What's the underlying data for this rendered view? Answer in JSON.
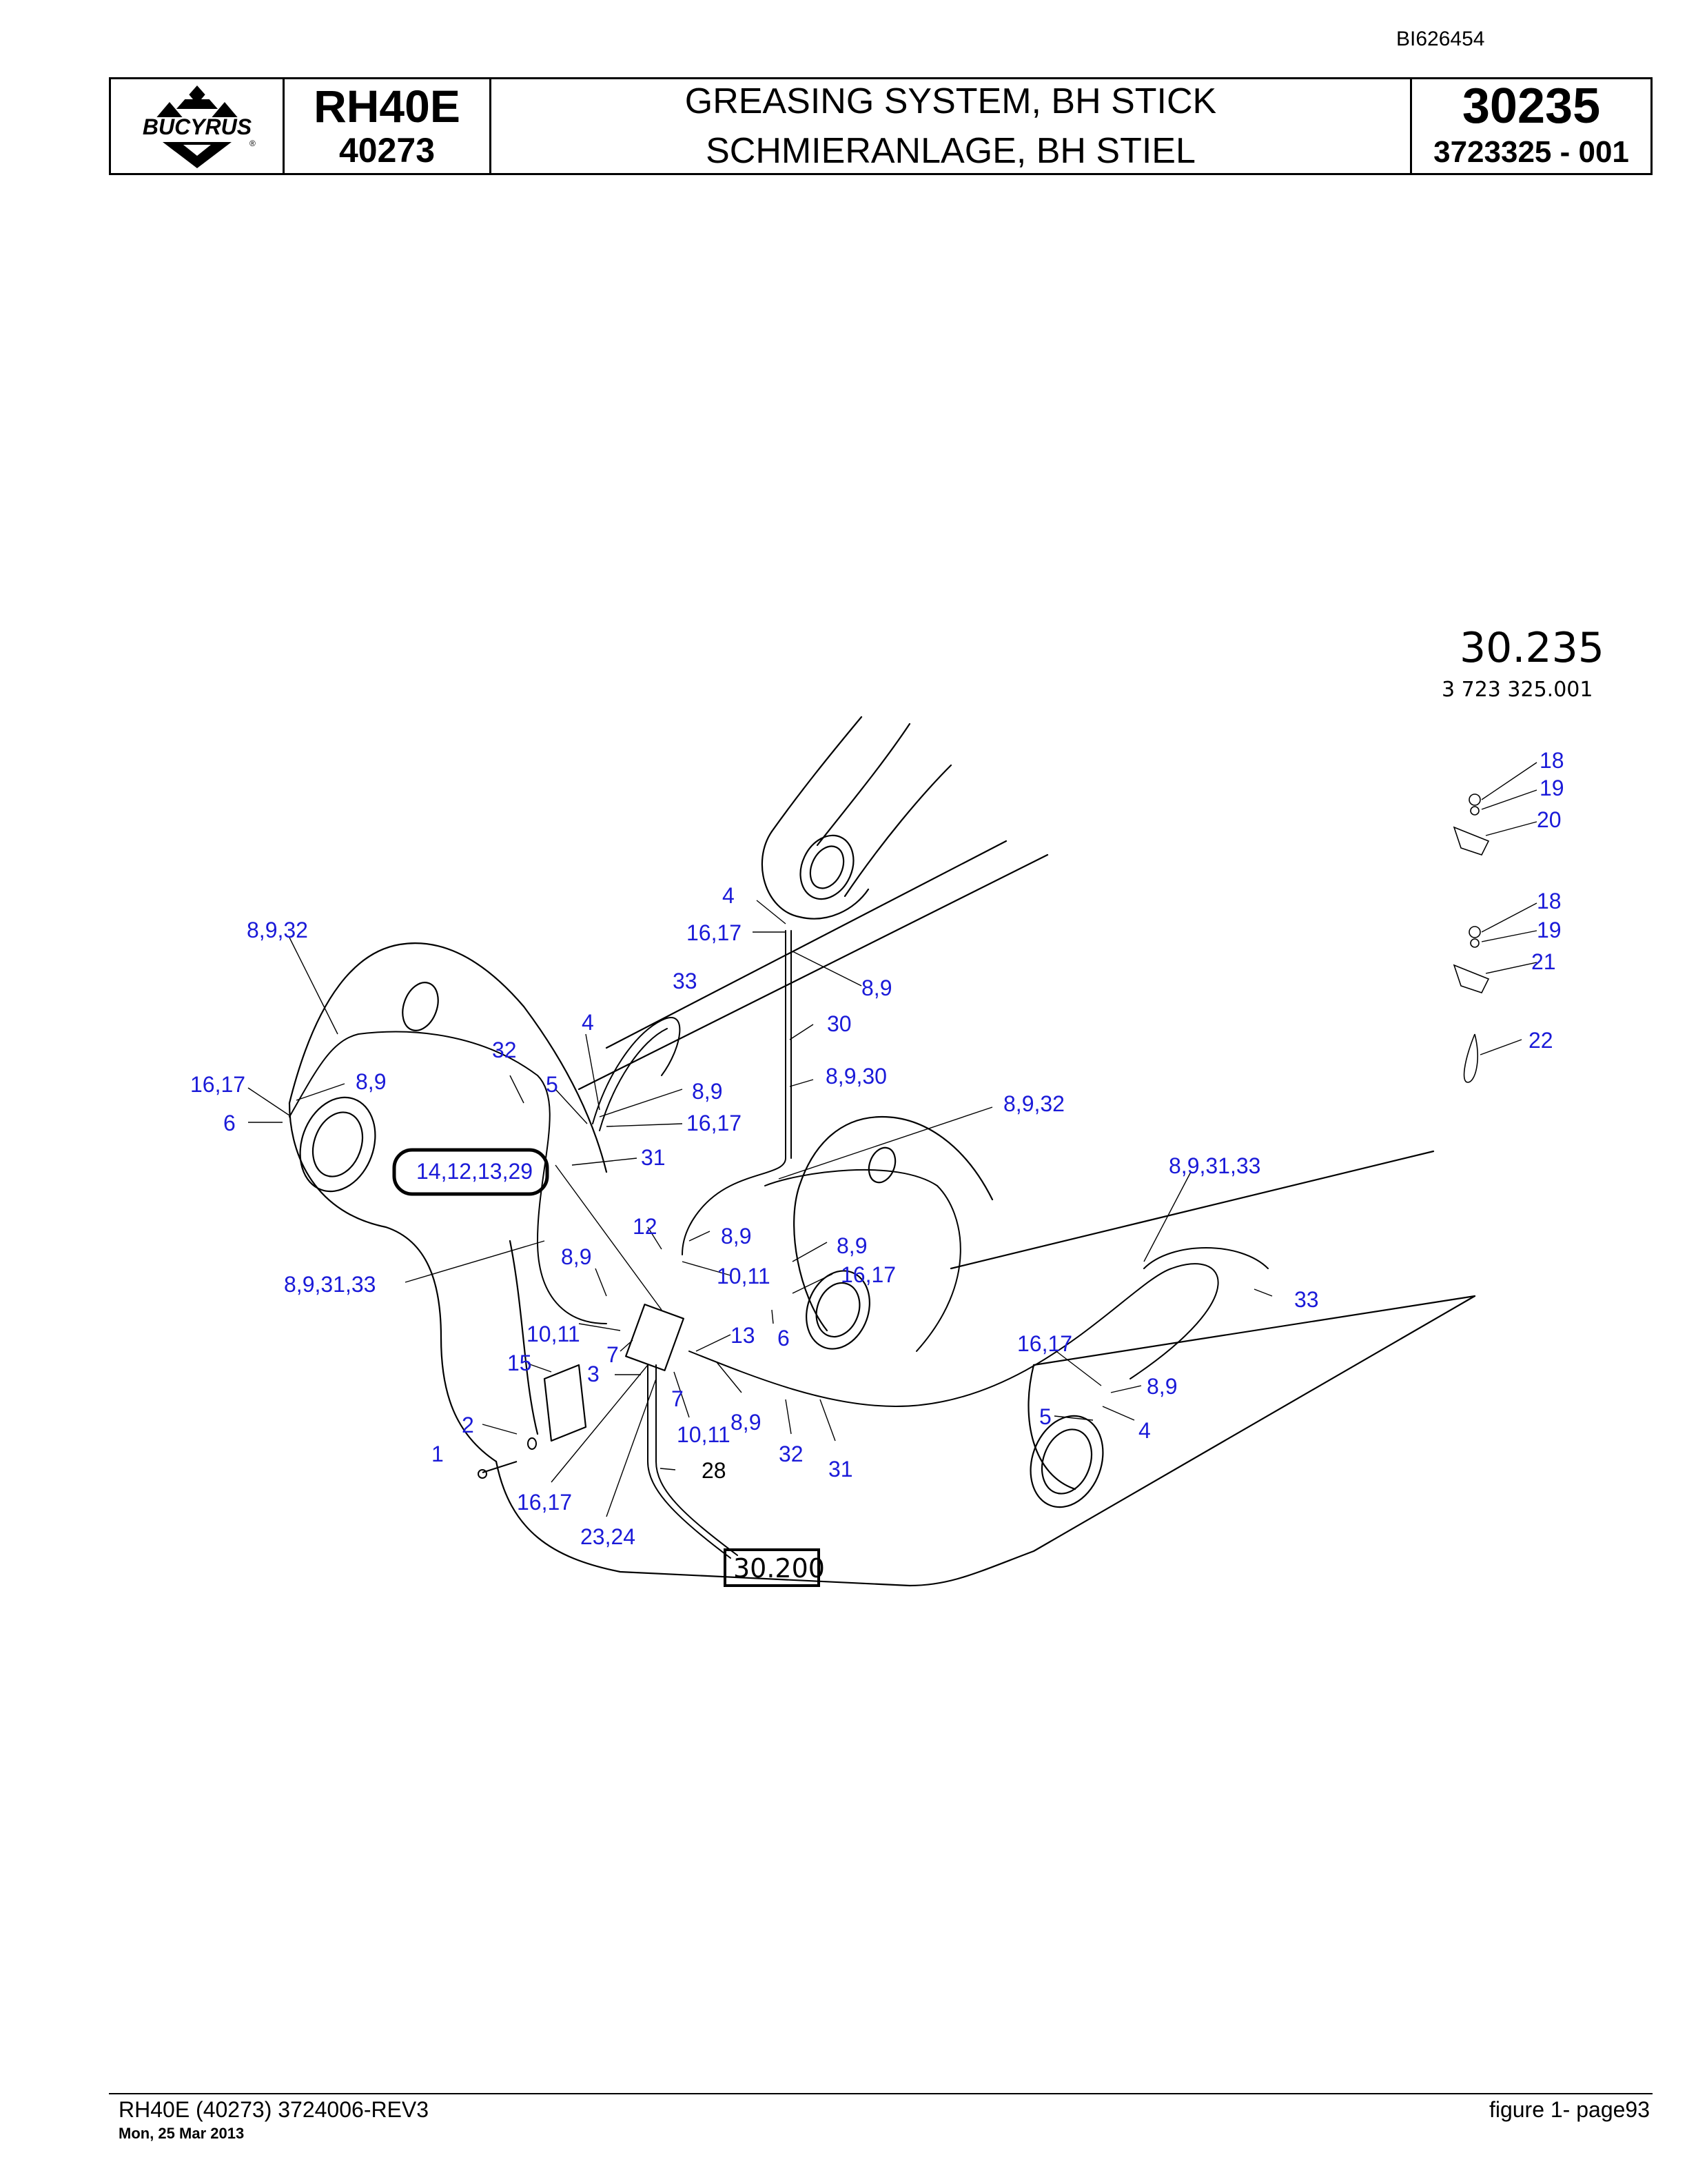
{
  "header": {
    "doc_id": "BI626454",
    "logo_text": "BUCYRUS",
    "model": "RH40E",
    "model_number": "40273",
    "title_en": "GREASING SYSTEM, BH STICK",
    "title_de": "SCHMIERANLAGE, BH STIEL",
    "group_number": "30235",
    "part_number": "3723325  - 001"
  },
  "drawing": {
    "group_label": "30.235",
    "drawing_number": "3 723 325.001",
    "boxed_callout": "14,12,13,29",
    "reference_box": "30.200",
    "callouts": [
      "18",
      "19",
      "20",
      "18",
      "19",
      "21",
      "22",
      "8,9,32",
      "4",
      "16,17",
      "8,9",
      "33",
      "30",
      "8,9,30",
      "4",
      "32",
      "16,17",
      "8,9",
      "6",
      "5",
      "8,9",
      "16,17",
      "31",
      "8,9,32",
      "8,9,31,33",
      "12",
      "8,9",
      "8,9",
      "8,9",
      "10,11",
      "16,17",
      "8,9,31,33",
      "33",
      "10,11",
      "13",
      "7",
      "6",
      "16,17",
      "15",
      "3",
      "7",
      "8,9",
      "2",
      "10,11",
      "8,9",
      "5",
      "4",
      "1",
      "32",
      "31",
      "16,17",
      "23,24"
    ],
    "callout_black": "28"
  },
  "footer": {
    "left": "RH40E (40273) 3724006-REV3",
    "date": "Mon, 25 Mar 2013",
    "right": "figure  1- page93"
  }
}
